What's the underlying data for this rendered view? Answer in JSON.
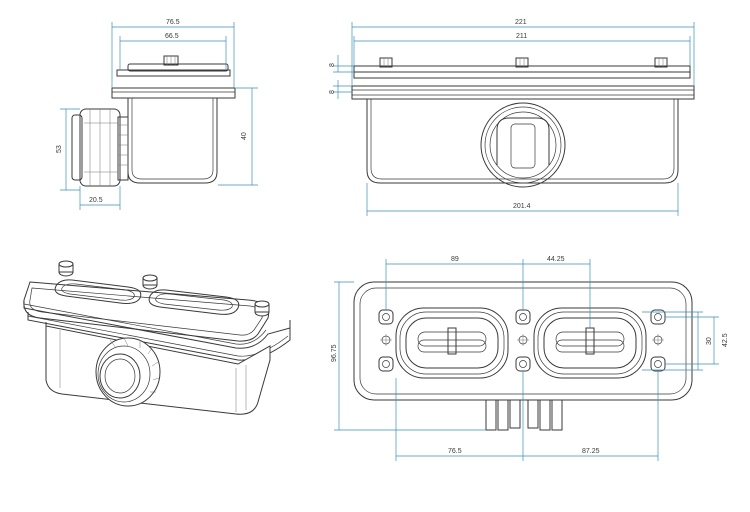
{
  "drawing": {
    "side_view": {
      "width_overall": "76.5",
      "width_inner": "66.5",
      "height_right": "40",
      "height_left": "53",
      "nut_width": "20.5"
    },
    "front_view": {
      "width_overall": "221",
      "width_inner": "211",
      "flange_top": "8",
      "flange_bottom": "8",
      "body_width": "201.4"
    },
    "top_view": {
      "outlet_pitch_left": "89",
      "outlet_pitch_right": "44.25",
      "height_overall": "96.75",
      "slot_height": "30",
      "hole_spacing": "42.5",
      "bottom_left": "76.5",
      "bottom_right": "87.25"
    }
  },
  "colors": {
    "line": "#3a3a3a",
    "dimension": "#3d8fb8",
    "background": "#ffffff"
  }
}
